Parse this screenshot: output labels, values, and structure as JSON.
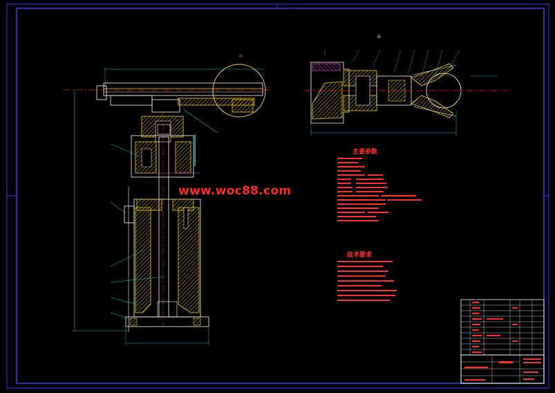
{
  "watermark": "www.woc88.com",
  "detail_label": "A",
  "section_titles": {
    "main_params": "主要参数",
    "tech_requirements": "技术要求"
  },
  "colors": {
    "background": "#000000",
    "frame": "#3a3aff",
    "centerline": "#ff2020",
    "section": "#ffd000",
    "outline": "#ffffff",
    "dimension": "#00d0d0",
    "hatch_pink": "#ff40ff",
    "text": "#ff3030",
    "title_block": "#ffffff"
  }
}
